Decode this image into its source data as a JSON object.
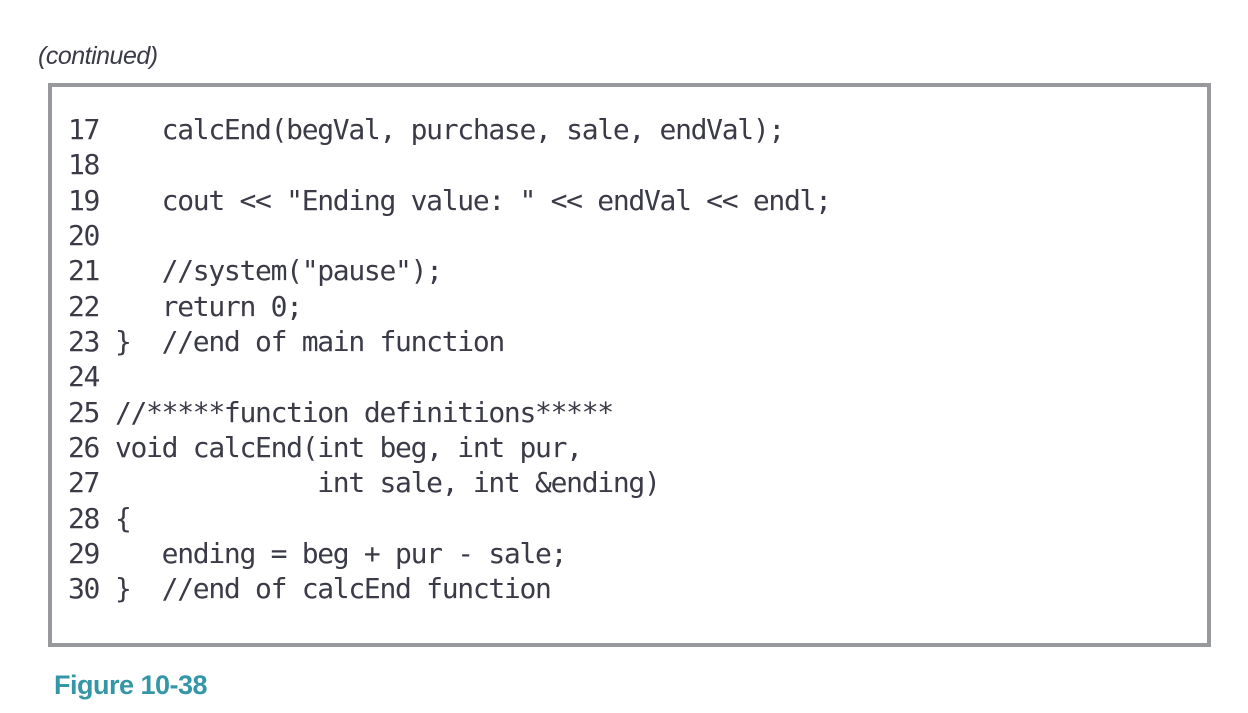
{
  "page": {
    "continued_label": "(continued)"
  },
  "code_listing": {
    "language": "cpp",
    "lines": [
      {
        "n": "17",
        "c": "   calcEnd(begVal, purchase, sale, endVal);"
      },
      {
        "n": "18",
        "c": ""
      },
      {
        "n": "19",
        "c": "   cout << \"Ending value: \" << endVal << endl;"
      },
      {
        "n": "20",
        "c": ""
      },
      {
        "n": "21",
        "c": "   //system(\"pause\");"
      },
      {
        "n": "22",
        "c": "   return 0;"
      },
      {
        "n": "23",
        "c": "}  //end of main function"
      },
      {
        "n": "24",
        "c": ""
      },
      {
        "n": "25",
        "c": "//*****function definitions*****"
      },
      {
        "n": "26",
        "c": "void calcEnd(int beg, int pur,"
      },
      {
        "n": "27",
        "c": "             int sale, int &ending)"
      },
      {
        "n": "28",
        "c": "{"
      },
      {
        "n": "29",
        "c": "   ending = beg + pur - sale;"
      },
      {
        "n": "30",
        "c": "}  //end of calcEnd function"
      }
    ]
  },
  "caption": {
    "label": "Figure 10-38"
  },
  "colors": {
    "text": "#3a3b47",
    "border": "#97999d",
    "caption": "#3496a6"
  }
}
